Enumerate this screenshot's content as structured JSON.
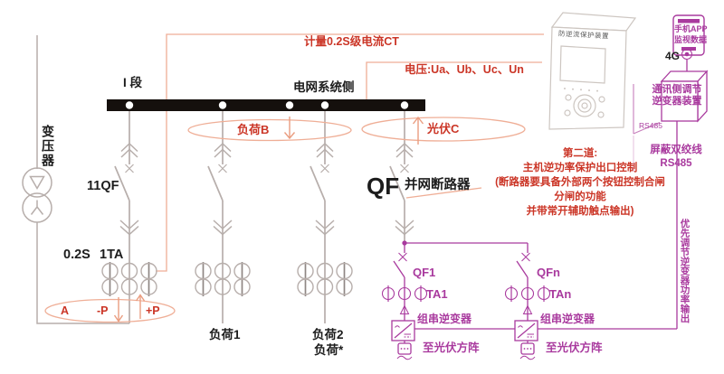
{
  "colors": {
    "red_text": "#cb3526",
    "magenta": "#a93a9e",
    "salmon_line": "#efae96",
    "gray_line": "#b7aeab",
    "busbar": "#15100d"
  },
  "top": {
    "metering_ct_label": "计量0.2S级电流CT",
    "voltage_label": "电压:Ua、Ub、Uc、Un",
    "bus_section_label": "I 段",
    "grid_side_label": "电网系统侧"
  },
  "transformer": {
    "label": "变压器"
  },
  "incomer": {
    "breaker_label": "11QF",
    "ct_class": "0.2S",
    "ct_label": "1TA",
    "meter": {
      "a": "A",
      "neg_p": "-P",
      "pos_p": "+P"
    }
  },
  "loads": {
    "b_label": "负荷B",
    "load1": "负荷1",
    "load2": "负荷2",
    "load2_alt": "负荷*"
  },
  "pv": {
    "c_label": "光伏C",
    "qf_label": "QF",
    "grid_breaker_label": "并网断路器",
    "priority_note": "优先调节逆变器功率输出",
    "branches": [
      {
        "breaker": "QF1",
        "ct": "TA1",
        "inverter": "组串逆变器",
        "to_array": "至光伏方阵"
      },
      {
        "breaker": "QFn",
        "ct": "TAn",
        "inverter": "组串逆变器",
        "to_array": "至光伏方阵"
      }
    ]
  },
  "protection_note": {
    "line1": "第二道:",
    "line2": "主机逆功率保护出口控制",
    "line3": "(断路器要具备外部两个按钮控制合闸",
    "line4": "分闸的功能",
    "line5": "并带常开辅助触点输出)"
  },
  "devices": {
    "anti_backflow": {
      "label": "防逆流保护装置"
    },
    "phone": {
      "line1": "手机APP",
      "line2": "监视数据"
    },
    "network": {
      "g": "4G"
    },
    "comm": {
      "line1": "通讯侧调节",
      "line2": "逆变器装置",
      "rs485_port": "RS485",
      "cable_line1": "屏蔽双绞线",
      "cable_line2": "RS485"
    }
  }
}
